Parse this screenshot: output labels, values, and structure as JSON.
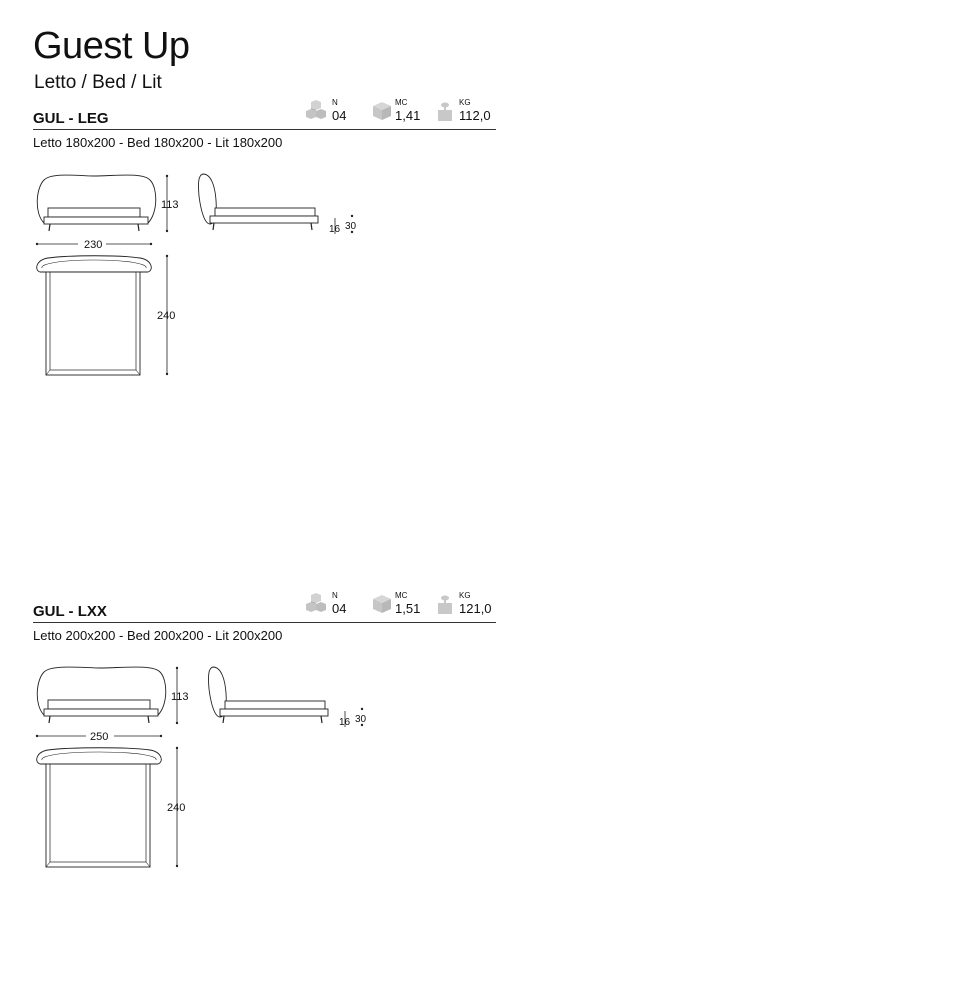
{
  "header": {
    "title": "Guest Up",
    "subtitle": "Letto / Bed / Lit"
  },
  "products": [
    {
      "code": "GUL - LEG",
      "description": "Letto 180x200 - Bed 180x200 - Lit 180x200",
      "specs": {
        "packages": {
          "icon": "boxes-icon",
          "label": "N",
          "value": "04"
        },
        "volume": {
          "icon": "cube-icon",
          "label": "MC",
          "value": "1,41"
        },
        "weight": {
          "icon": "weight-icon",
          "label": "KG",
          "value": "112,0"
        }
      },
      "dimensions": {
        "front_width": "230",
        "front_height": "113",
        "top_length": "240",
        "side_frame_height": "16",
        "side_base_height": "30"
      }
    },
    {
      "code": "GUL - LXX",
      "description": "Letto 200x200 - Bed 200x200 - Lit 200x200",
      "specs": {
        "packages": {
          "icon": "boxes-icon",
          "label": "N",
          "value": "04"
        },
        "volume": {
          "icon": "cube-icon",
          "label": "MC",
          "value": "1,51"
        },
        "weight": {
          "icon": "weight-icon",
          "label": "KG",
          "value": "121,0"
        }
      },
      "dimensions": {
        "front_width": "250",
        "front_height": "113",
        "top_length": "240",
        "side_frame_height": "16",
        "side_base_height": "30"
      }
    }
  ],
  "colors": {
    "text": "#111111",
    "icon_gray": "#c8c8c8",
    "rule": "#333333"
  }
}
